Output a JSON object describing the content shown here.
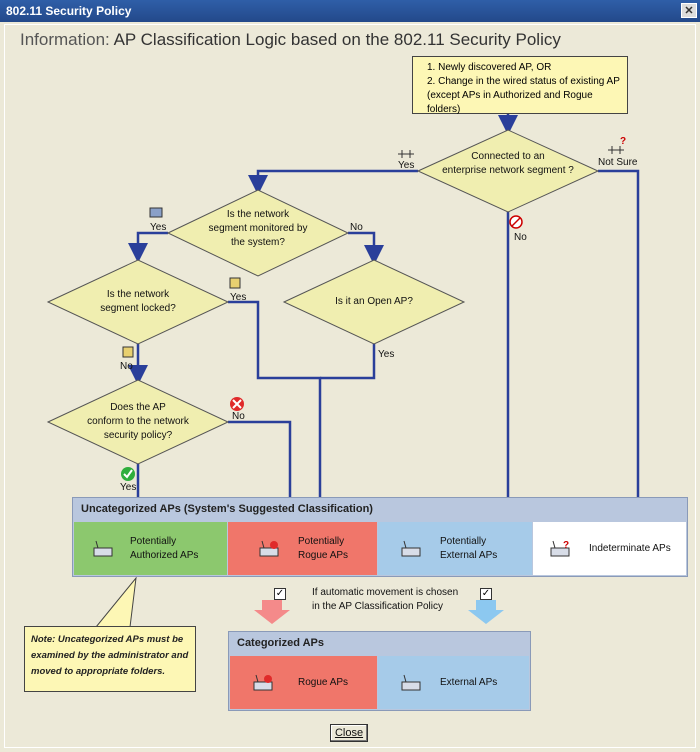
{
  "window": {
    "title": "802.11 Security Policy",
    "close_glyph": "✕"
  },
  "header": {
    "prefix": "Information:",
    "title": "AP Classification Logic based on the 802.11 Security Policy"
  },
  "start": {
    "line1": "1. Newly discovered AP, OR",
    "line2": "2. Change in the wired status of existing AP",
    "line3": "(except APs in Authorized and Rogue folders)"
  },
  "decisions": {
    "d1": {
      "line1": "Connected to an",
      "line2": "enterprise network segment ?"
    },
    "d2": {
      "line1": "Is the network",
      "line2": "segment monitored by",
      "line3": "the system?"
    },
    "d3": {
      "line1": "Is the network",
      "line2": "segment locked?"
    },
    "d4": {
      "line1": "Is it an Open AP?"
    },
    "d5": {
      "line1": "Does the AP",
      "line2": "conform to the network",
      "line3": "security policy?"
    }
  },
  "labels": {
    "d1_yes": "Yes",
    "d1_not_sure": "Not Sure",
    "d1_no": "No",
    "d2_yes": "Yes",
    "d2_no": "No",
    "d3_yes": "Yes",
    "d3_no": "No",
    "d4_yes": "Yes",
    "d5_no": "No",
    "d5_yes": "Yes"
  },
  "uncategorized": {
    "title": "Uncategorized APs (System's Suggested Classification)",
    "cells": [
      {
        "line1": "Potentially",
        "line2": "Authorized APs",
        "color": "#8cc86e"
      },
      {
        "line1": "Potentially",
        "line2": "Rogue APs",
        "color": "#f0766a"
      },
      {
        "line1": "Potentially",
        "line2": "External APs",
        "color": "#a6cbe9"
      },
      {
        "line1": "Indeterminate APs",
        "color": "#ffffff"
      }
    ]
  },
  "automatic": {
    "line1": "If automatic movement is chosen",
    "line2": "in the AP Classification Policy"
  },
  "categorized": {
    "title": "Categorized APs",
    "cells": [
      {
        "line1": "Rogue APs",
        "color": "#f0766a"
      },
      {
        "line1": "External APs",
        "color": "#a6cbe9"
      }
    ]
  },
  "note": {
    "line1": "Note: Uncategorized APs must be",
    "line2": "examined by the administrator and",
    "line3": "moved to appropriate folders."
  },
  "footer": {
    "close_label": "Close"
  },
  "colors": {
    "flow_line": "#2a3f9a",
    "diamond_fill": "#f0eeb0",
    "titlebar": "#2f5fa8"
  }
}
